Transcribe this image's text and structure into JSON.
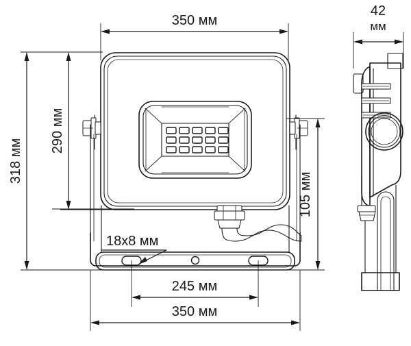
{
  "document": {
    "kind": "technical-drawing",
    "subject": "LED floodlight outline drawing",
    "views": [
      "front-view",
      "side-view"
    ],
    "units_label": "мм"
  },
  "dimensions": {
    "top_width": "350 мм",
    "overall_height": "318 мм",
    "body_height": "290 мм",
    "bracket_height": "105 мм",
    "slot_size": "18x8 мм",
    "mount_hole_spacing": "245 мм",
    "bottom_width": "350 мм",
    "side_depth_value": "42",
    "side_depth_unit": "мм"
  },
  "front_view": {
    "led_rows": 3,
    "led_per_row": 5,
    "mount_slots": 2,
    "center_hole": 1,
    "cable_gland": "cable-gland",
    "cable": "power-cable"
  },
  "side_view": {
    "fins": 3,
    "boss": "circular-boss"
  },
  "colors": {
    "stroke": "#1a1a1a",
    "background": "#ffffff",
    "text": "#1a1a1a"
  }
}
